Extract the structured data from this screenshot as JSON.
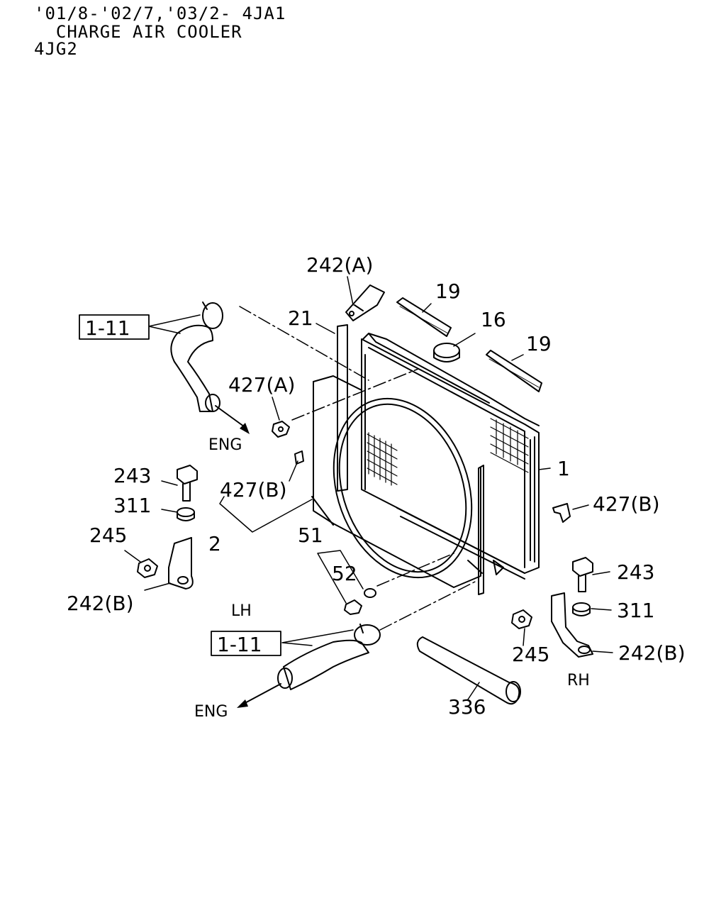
{
  "header": {
    "line1": "'01/8-'02/7,'03/2- 4JA1",
    "line2": "  CHARGE AIR COOLER",
    "line3": "4JG2"
  },
  "labels": {
    "p242a": "242(A)",
    "p19a": "19",
    "p16": "16",
    "p19b": "19",
    "p21": "21",
    "ref_top": "1-11",
    "p427a": "427(A)",
    "eng_top": "ENG",
    "p1": "1",
    "p243_lh": "243",
    "p311_lh": "311",
    "p427b_lh": "427(B)",
    "p427b_rh": "427(B)",
    "p245_lh": "245",
    "p2": "2",
    "p51": "51",
    "p52": "52",
    "p242b_lh": "242(B)",
    "lh": "LH",
    "p243_rh": "243",
    "p311_rh": "311",
    "ref_bottom": "1-11",
    "p245_rh": "245",
    "p242b_rh": "242(B)",
    "rh": "RH",
    "p336": "336",
    "eng_bottom": "ENG"
  }
}
